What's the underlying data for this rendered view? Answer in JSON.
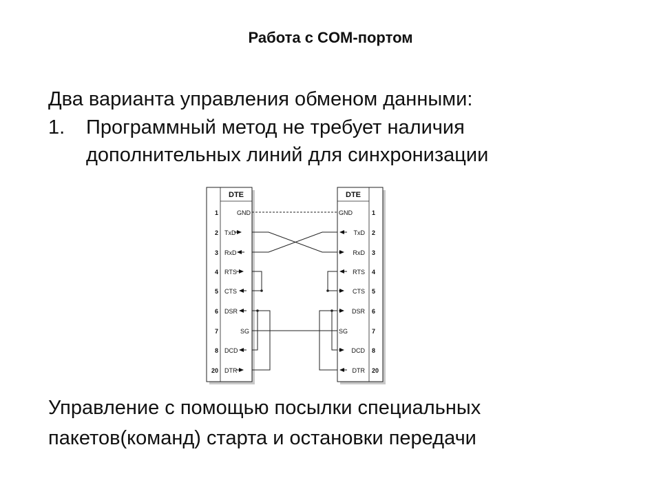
{
  "title": "Работа с COM-портом",
  "intro": "Два варианта управления обменом данными:",
  "item1": {
    "number": "1.",
    "line1": "Программный метод не требует наличия",
    "line2": "дополнительных  линий  для синхронизации"
  },
  "outro": {
    "line1": "Управление с помощью посылки специальных",
    "line2": "пакетов(команд) старта  и остановки передачи"
  },
  "diagram": {
    "left_header": "DTE",
    "right_header": "DTE",
    "left_pins": [
      {
        "num": "1",
        "signal": "GND"
      },
      {
        "num": "2",
        "signal": "TxD"
      },
      {
        "num": "3",
        "signal": "RxD"
      },
      {
        "num": "4",
        "signal": "RTS"
      },
      {
        "num": "5",
        "signal": "CTS"
      },
      {
        "num": "6",
        "signal": "DSR"
      },
      {
        "num": "7",
        "signal": "SG"
      },
      {
        "num": "8",
        "signal": "DCD"
      },
      {
        "num": "20",
        "signal": "DTR"
      }
    ],
    "right_pins": [
      {
        "num": "1",
        "signal": "GND"
      },
      {
        "num": "2",
        "signal": "TxD"
      },
      {
        "num": "3",
        "signal": "RxD"
      },
      {
        "num": "4",
        "signal": "RTS"
      },
      {
        "num": "5",
        "signal": "CTS"
      },
      {
        "num": "6",
        "signal": "DSR"
      },
      {
        "num": "7",
        "signal": "SG"
      },
      {
        "num": "8",
        "signal": "DCD"
      },
      {
        "num": "20",
        "signal": "DTR"
      }
    ]
  }
}
